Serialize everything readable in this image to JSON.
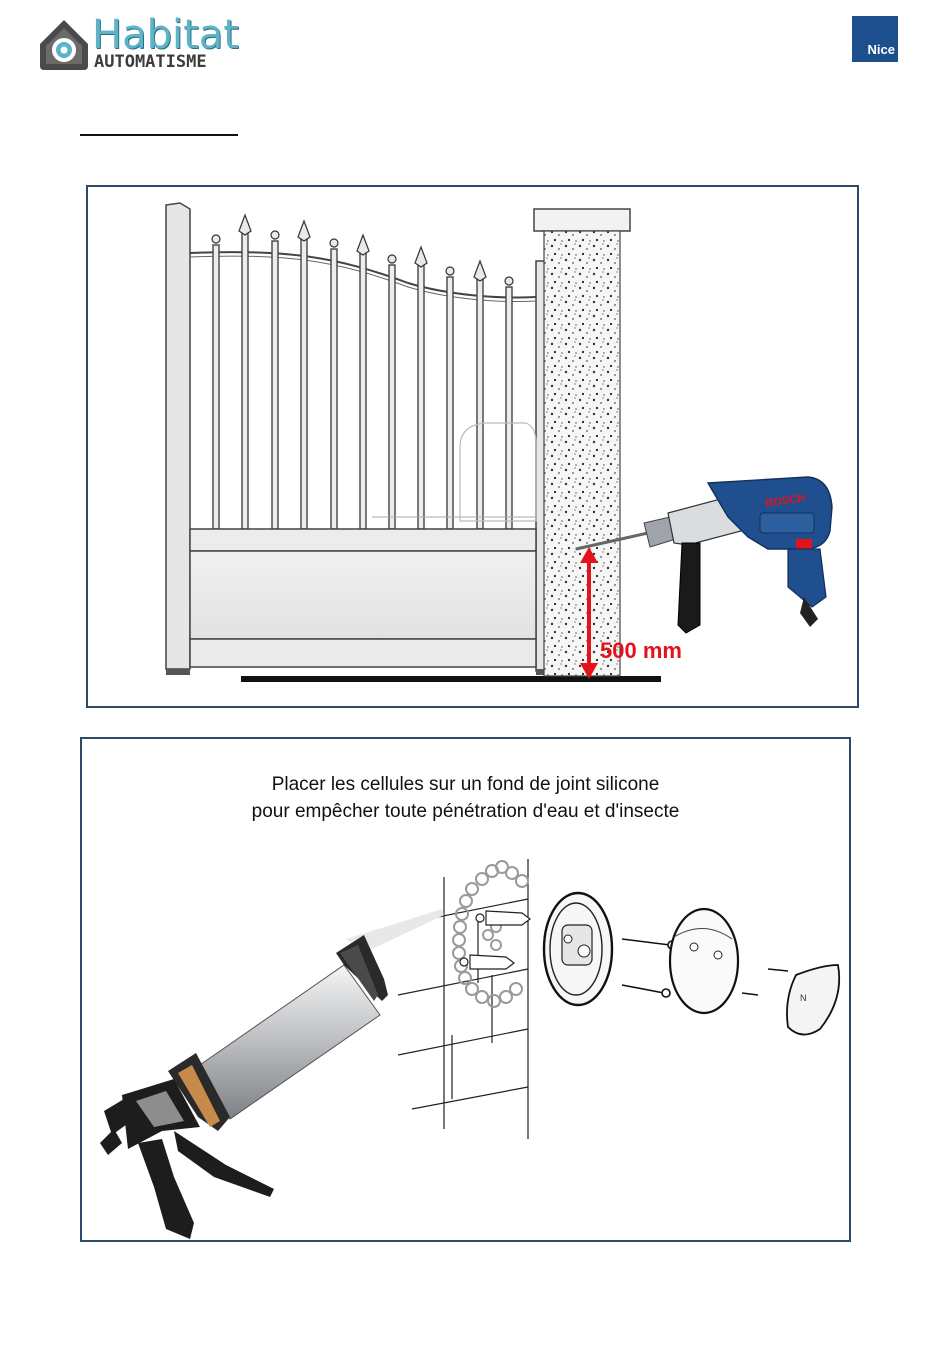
{
  "header": {
    "logo_word1": "Habitat",
    "logo_word2": "AUTOMATISME",
    "brand_badge": "Nice",
    "brand_color": "#1d4f8f"
  },
  "figure1": {
    "measurement_label": "500 mm",
    "drill_brand": "BOSCH",
    "accent_color": "#e3131b"
  },
  "figure2": {
    "caption_line1": "Placer les cellules sur un fond de joint silicone",
    "caption_line2": "pour empêcher toute pénétration d'eau et d'insecte"
  }
}
